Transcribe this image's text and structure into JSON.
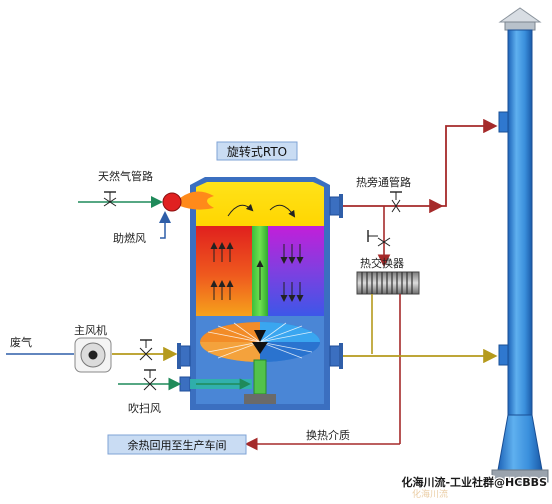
{
  "title": "旋转式RTO",
  "labels": {
    "natural_gas_pipe": "天然气管路",
    "combustion_air": "助燃风",
    "bypass_pipe": "热旁通管路",
    "heat_exchanger": "热交换器",
    "waste_gas": "废气",
    "main_fan": "主风机",
    "purge_air": "吹扫风",
    "heat_medium": "换热介质",
    "waste_heat_reuse": "余热回用至生产车间"
  },
  "watermark": {
    "text": "化海川流-工业社群@HCBBS",
    "faint": "化海川流"
  },
  "colors": {
    "pipe_red": "#a52a2a",
    "pipe_olive": "#b59a1c",
    "pipe_green": "#1f8a5a",
    "pipe_blue": "#2f5ea8",
    "stack_blue": "#3d8fd8",
    "vessel_outline": "#3b6fc0",
    "title_bg": "#c9dcf3"
  }
}
